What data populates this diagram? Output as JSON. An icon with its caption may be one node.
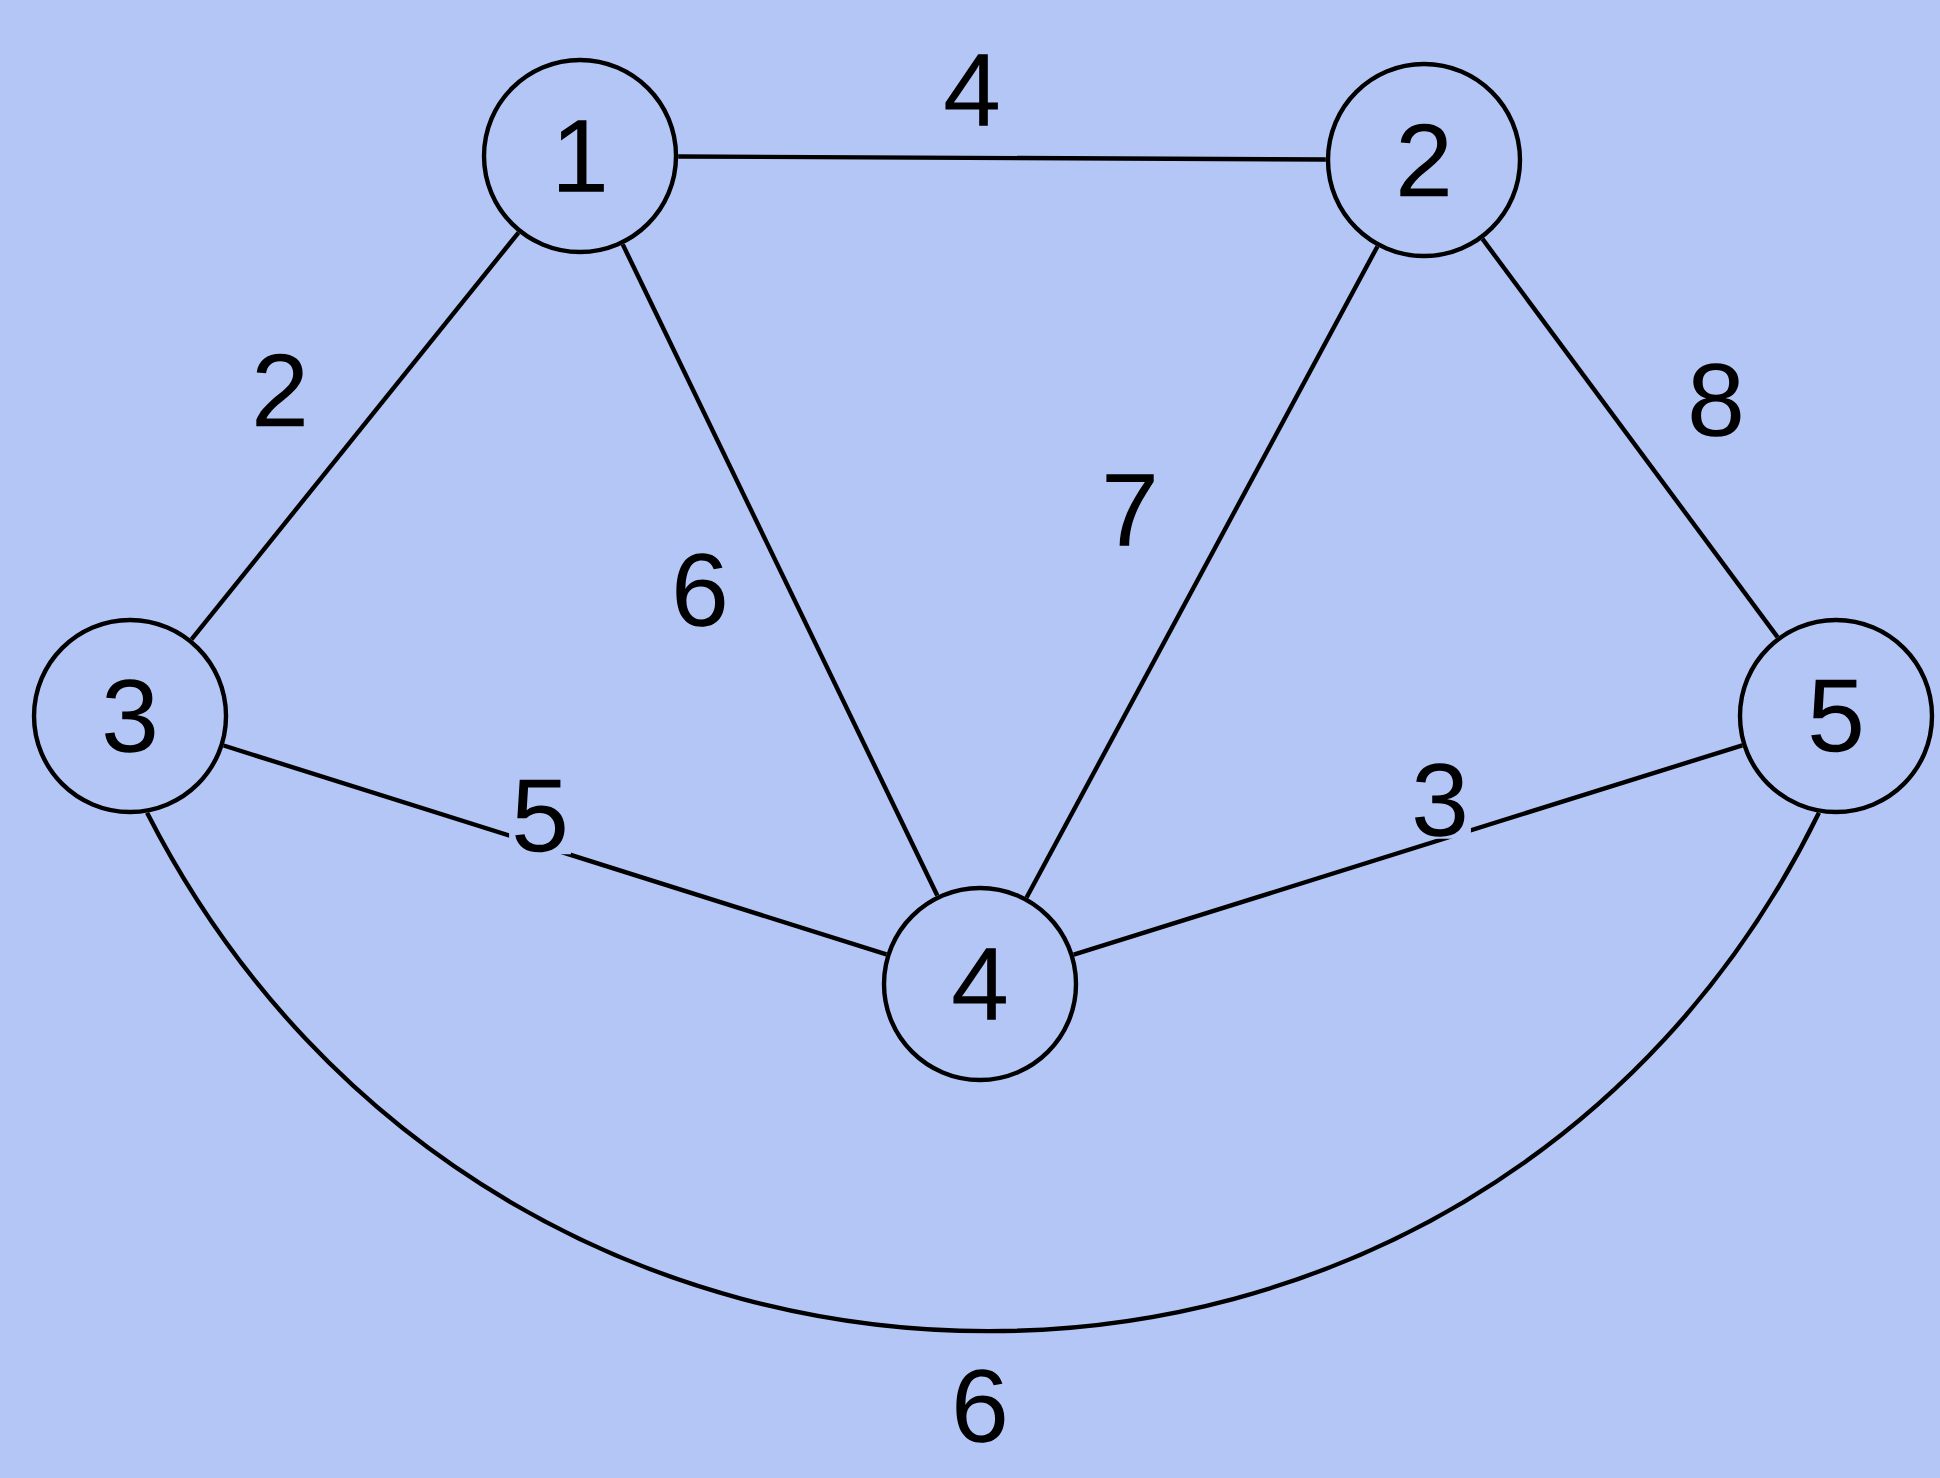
{
  "diagram": {
    "nodes": [
      {
        "text": [
          "1"
        ]
      },
      {
        "text": [
          "2"
        ]
      },
      {
        "text": [
          "3"
        ]
      },
      {
        "text": [
          "4"
        ]
      },
      {
        "text": [
          "5"
        ]
      }
    ],
    "edges": [
      {
        "from": 0,
        "to": 1,
        "arrow": "none",
        "label": "4"
      },
      {
        "from": 0,
        "to": 2,
        "arrow": "none",
        "label": "2"
      },
      {
        "from": 0,
        "to": 3,
        "arrow": "none",
        "label": "6"
      },
      {
        "from": 1,
        "to": 3,
        "arrow": "none",
        "label": "7"
      },
      {
        "from": 1,
        "to": 4,
        "arrow": "none",
        "label": "8"
      },
      {
        "from": 2,
        "to": 3,
        "arrow": "none",
        "label": "5"
      },
      {
        "from": 3,
        "to": 4,
        "arrow": "none",
        "label": "3"
      },
      {
        "from": 2,
        "to": 4,
        "arrow": "none",
        "label": "6"
      }
    ]
  }
}
